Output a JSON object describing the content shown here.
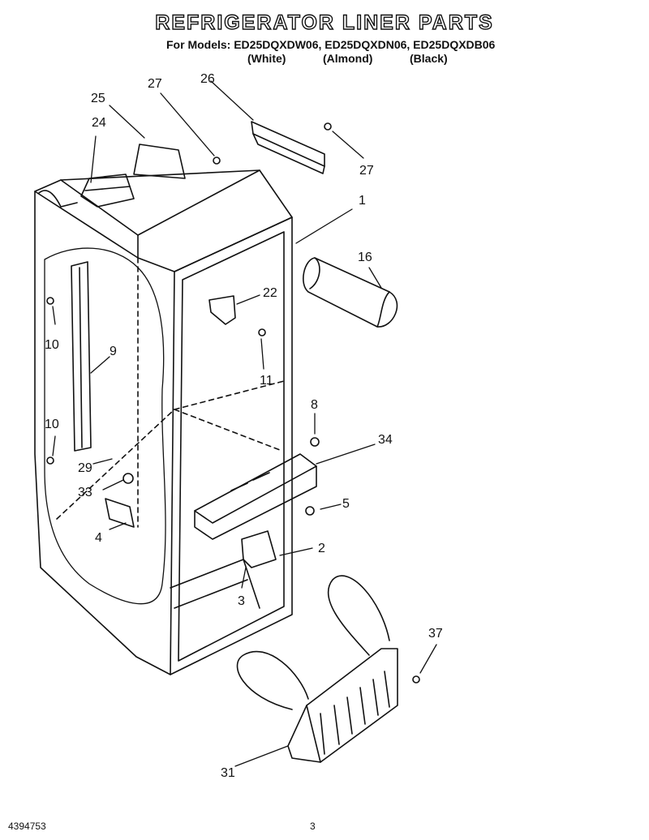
{
  "header": {
    "title": "REFRIGERATOR LINER PARTS",
    "models_line": "For Models: ED25DQXDW06, ED25DQXDN06, ED25DQXDB06",
    "variants": [
      "(White)",
      "(Almond)",
      "(Black)"
    ]
  },
  "callouts": {
    "c1": "1",
    "c2": "2",
    "c3": "3",
    "c4": "4",
    "c5": "5",
    "c8": "8",
    "c9": "9",
    "c10a": "10",
    "c10b": "10",
    "c11": "11",
    "c16": "16",
    "c22": "22",
    "c24": "24",
    "c25": "25",
    "c26": "26",
    "c27a": "27",
    "c27b": "27",
    "c29": "29",
    "c31": "31",
    "c33": "33",
    "c34": "34",
    "c37": "37"
  },
  "footer": {
    "doc_number": "4394753",
    "page_number": "3"
  }
}
